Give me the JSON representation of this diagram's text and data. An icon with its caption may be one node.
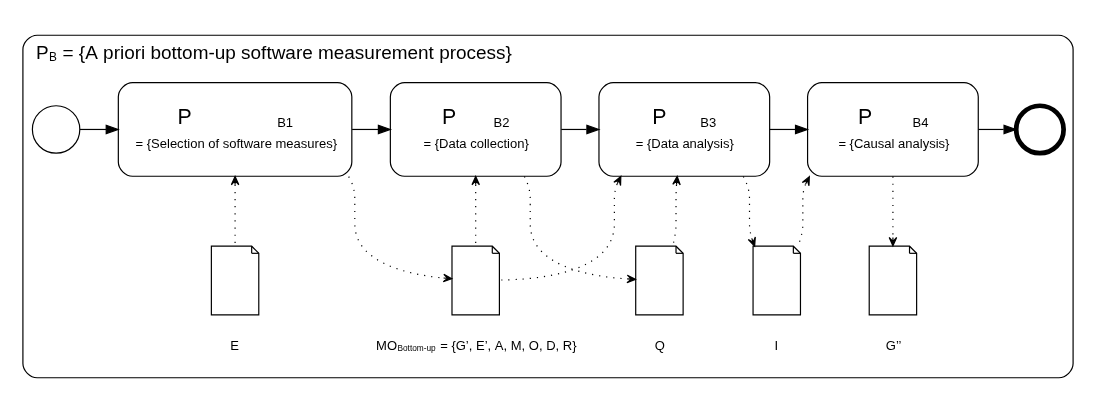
{
  "diagram": {
    "nodes": [
      {
        "text": [
          "P$_{B}$ = {A priori bottom-up software measurement process}"
        ]
      },
      {
        "text": [],
        "shape": "circle",
        "in": 0
      },
      {
        "text": [
          "P$_{B1}$",
          "= {Selection of software measures}"
        ],
        "in": 0
      },
      {
        "text": [
          "P$_{B2}$",
          "= {Data collection}"
        ],
        "in": 0
      },
      {
        "text": [
          "P$_{B3}$",
          "= {Data analysis}"
        ],
        "in": 0
      },
      {
        "text": [
          "P$_{B4}$",
          "= {Causal analysis}"
        ],
        "in": 0
      },
      {
        "text": [],
        "shape": "circle",
        "in": 0
      },
      {
        "text": [],
        "shape": "document",
        "beside": [
          "E"
        ],
        "in": 0
      },
      {
        "text": [],
        "shape": "document",
        "beside": [
          "MO$_{Bottom-up}$ = {G’, E’, A, M, O, D, R}"
        ],
        "in": 0
      },
      {
        "text": [],
        "shape": "document",
        "beside": [
          "Q"
        ],
        "in": 0
      },
      {
        "text": [],
        "shape": "document",
        "beside": [
          "I"
        ],
        "in": 0
      },
      {
        "text": [],
        "shape": "document",
        "beside": [
          "G’’"
        ],
        "in": 0
      }
    ],
    "edges": [
      {
        "from": 1,
        "to": 2,
        "arrow": "to"
      },
      {
        "from": 2,
        "to": 3,
        "arrow": "to"
      },
      {
        "from": 3,
        "to": 4,
        "arrow": "to"
      },
      {
        "from": 4,
        "to": 5,
        "arrow": "to"
      },
      {
        "from": 5,
        "to": 6,
        "arrow": "to"
      },
      {
        "from": 7,
        "to": 2,
        "arrow": "to",
        "style": "dashed"
      },
      {
        "from": 2,
        "to": 8,
        "arrow": "to",
        "style": "dashed"
      },
      {
        "from": 8,
        "to": 3,
        "arrow": "to",
        "style": "dashed"
      },
      {
        "from": 8,
        "to": 4,
        "arrow": "to",
        "style": "dashed"
      },
      {
        "from": 3,
        "to": 9,
        "arrow": "to",
        "style": "dashed"
      },
      {
        "from": 9,
        "to": 4,
        "arrow": "to",
        "style": "dashed"
      },
      {
        "from": 4,
        "to": 10,
        "arrow": "to",
        "style": "dashed"
      },
      {
        "from": 10,
        "to": 5,
        "arrow": "to",
        "style": "dashed"
      },
      {
        "from": 5,
        "to": 11,
        "arrow": "to",
        "style": "dashed"
      }
    ]
  }
}
